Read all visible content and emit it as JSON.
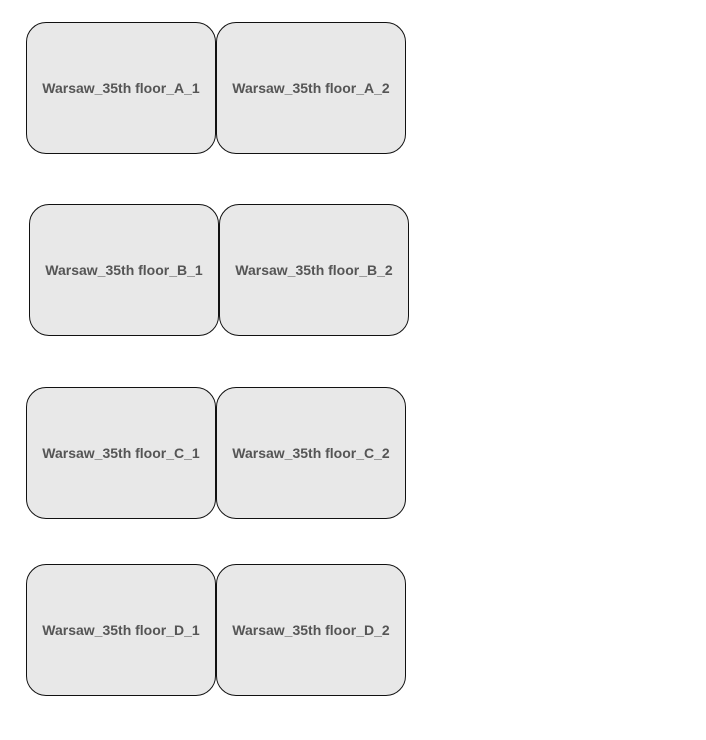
{
  "colors": {
    "room_fill": "#e8e8e8",
    "room_border": "#111111",
    "label_text": "#555555",
    "background": "#ffffff"
  },
  "rows": [
    {
      "id": "A",
      "rooms": [
        {
          "label": "Warsaw_35th floor_A_1"
        },
        {
          "label": "Warsaw_35th floor_A_2"
        }
      ]
    },
    {
      "id": "B",
      "rooms": [
        {
          "label": "Warsaw_35th floor_B_1"
        },
        {
          "label": "Warsaw_35th floor_B_2"
        }
      ]
    },
    {
      "id": "C",
      "rooms": [
        {
          "label": "Warsaw_35th floor_C_1"
        },
        {
          "label": "Warsaw_35th floor_C_2"
        }
      ]
    },
    {
      "id": "D",
      "rooms": [
        {
          "label": "Warsaw_35th floor_D_1"
        },
        {
          "label": "Warsaw_35th floor_D_2"
        }
      ]
    }
  ]
}
